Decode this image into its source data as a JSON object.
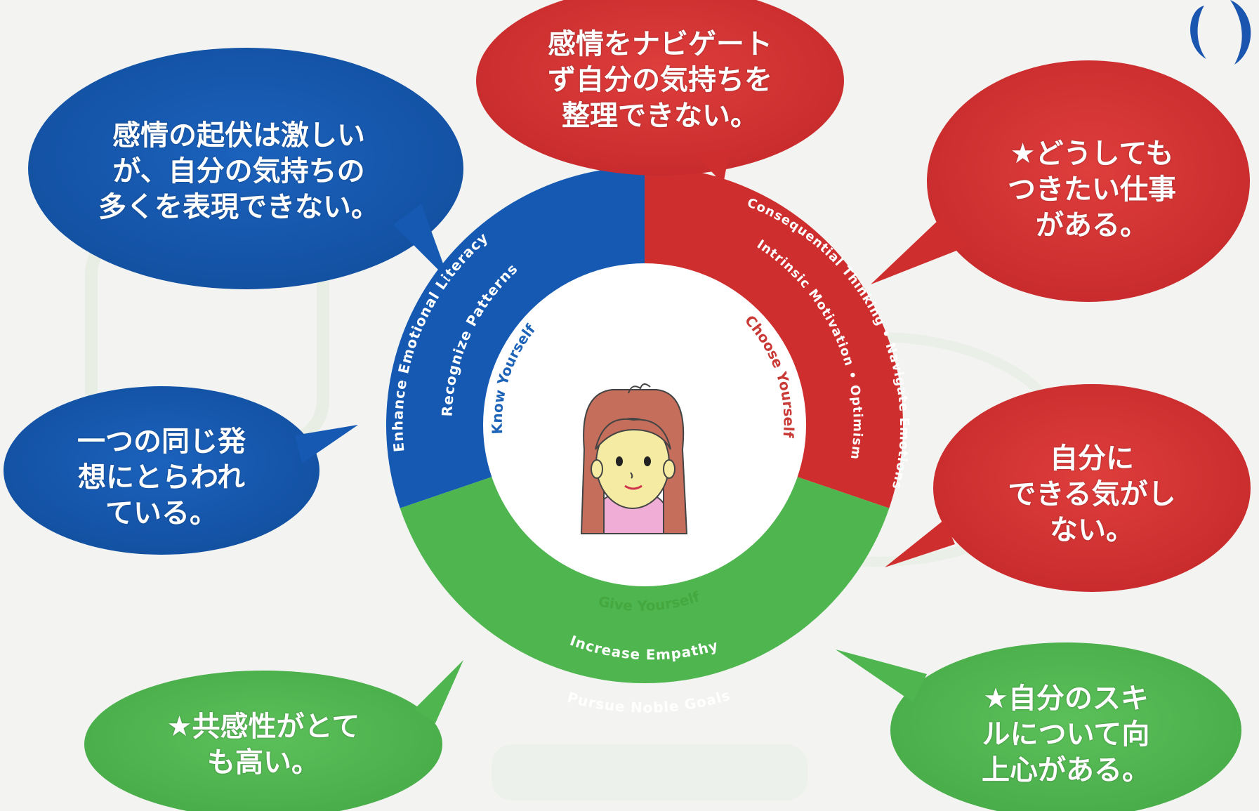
{
  "colors": {
    "blue": "#1559b2",
    "red": "#cf2e2e",
    "green": "#4eb54f",
    "center_bg": "#ffffff",
    "know_text": "#1d63b8",
    "choose_text": "#c93a36",
    "give_text": "#45a83f"
  },
  "wheel": {
    "center_labels": {
      "know": "Know Yourself",
      "choose": "Choose Yourself",
      "give": "Give Yourself"
    },
    "ring_labels": {
      "blue_outer": "Enhance Emotional Literacy",
      "blue_inner": "Recognize Patterns",
      "red_outer": "Consequential Thinking • Navigate Emotions",
      "red_inner": "Intrinsic Motivation • Optimism",
      "green_outer": "Increase Empathy",
      "green_inner": "Pursue Noble Goals"
    }
  },
  "bubbles": {
    "top_left": {
      "lines": [
        "感情の起伏は激しい",
        "が、自分の気持ちの",
        "多くを表現できない。"
      ]
    },
    "top_center": {
      "lines": [
        "感情をナビゲート",
        "ず自分の気持ちを",
        "整理できない。"
      ]
    },
    "right_top": {
      "lines": [
        "★どうしても",
        "つきたい仕事",
        "がある。"
      ]
    },
    "left_middle": {
      "lines": [
        "一つの同じ発",
        "想にとらわれ",
        "ている。"
      ]
    },
    "right_middle": {
      "lines": [
        "自分に",
        "できる気がし",
        "ない。"
      ]
    },
    "bottom_left": {
      "lines": [
        "★共感性がとて",
        "も高い。"
      ]
    },
    "bottom_right": {
      "lines": [
        "★自分のスキ",
        "ルについて向",
        "上心がある。"
      ]
    }
  }
}
